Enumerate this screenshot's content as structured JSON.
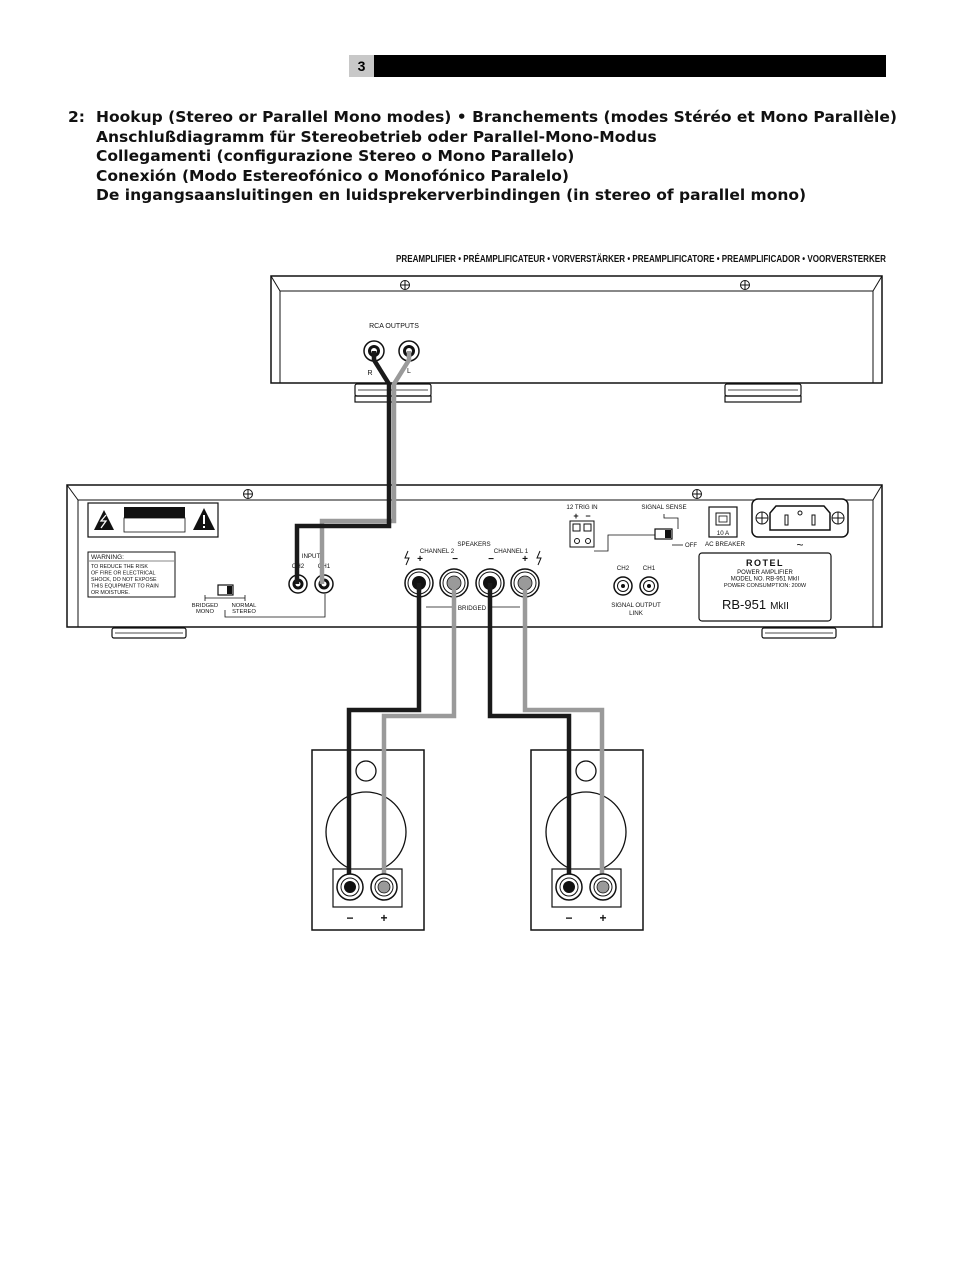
{
  "page": {
    "number": "3"
  },
  "heading": {
    "number": "2:",
    "lines": [
      "Hookup (Stereo or Parallel Mono modes) • Branchements (modes Stéréo et Mono Parallèle)",
      "Anschlußdiagramm für Stereobetrieb oder Parallel-Mono-Modus",
      "Collegamenti (configurazione Stereo o Mono Parallelo)",
      "Conexión (Modo Estereofónico o Monofónico Paralelo)",
      "De ingangsaansluitingen en luidsprekerverbindingen (in stereo of parallel mono)"
    ]
  },
  "preamp": {
    "caption": "PREAMPLIFIER • PRÉAMPLIFICATEUR • VORVERSTÄRKER • PREAMPLIFICATORE • PREAMPLIFICADOR • VOORVERSTERKER",
    "outputs_label": "RCA OUTPUTS",
    "right_label": "R",
    "left_label": "L"
  },
  "amp": {
    "warning_title": "WARNING:",
    "warning_lines": [
      "TO REDUCE THE RISK",
      "OF FIRE OR ELECTRICAL",
      "SHOCK, DO NOT EXPOSE",
      "THIS EQUIPMENT TO RAIN",
      "OR MOISTURE."
    ],
    "bridged_mono_1": "BRIDGED",
    "bridged_mono_2": "MONO",
    "normal_stereo_1": "NORMAL",
    "normal_stereo_2": "STEREO",
    "input_label": "INPUT",
    "ch2_label": "CH2",
    "ch1_label": "CH1",
    "speakers_label": "SPEAKERS",
    "channel2_label": "CHANNEL 2",
    "channel1_label": "CHANNEL 1",
    "plus_sign": "+",
    "minus_sign": "−",
    "bridged_label": "BRIDGED",
    "trig_label": "12 TRIG IN",
    "signal_sense_label": "SIGNAL SENSE",
    "off_label": "OFF",
    "signal_output_1": "SIGNAL OUTPUT",
    "signal_output_2": "LINK",
    "breaker_rating": "10 A",
    "breaker_label": "AC BREAKER",
    "ac_symbol": "~",
    "brand": "ROTEL",
    "product_line": "POWER AMPLIFIER",
    "model_line": "MODEL NO. RB-951 MkII",
    "power_line": "POWER CONSUMPTION: 200W",
    "model_big": "RB-951",
    "model_suffix": "MkII"
  },
  "speakers": {
    "minus": "−",
    "plus": "+"
  },
  "colors": {
    "cable_dark": "#1a1a1a",
    "cable_grey": "#9a9a9a"
  }
}
